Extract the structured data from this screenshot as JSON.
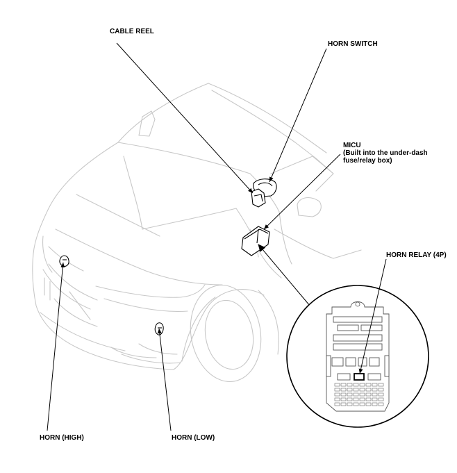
{
  "labels": {
    "cable_reel": "CABLE REEL",
    "horn_switch": "HORN SWITCH",
    "micu_line1": "MICU",
    "micu_line2": "(Built into the under-dash",
    "micu_line3": "fuse/relay box)",
    "horn_relay": "HORN RELAY (4P)",
    "horn_high": "HORN (HIGH)",
    "horn_low": "HORN (LOW)"
  },
  "colors": {
    "car_outline": "#c8c8c8",
    "component_outline": "#000000",
    "leader_line": "#000000"
  }
}
